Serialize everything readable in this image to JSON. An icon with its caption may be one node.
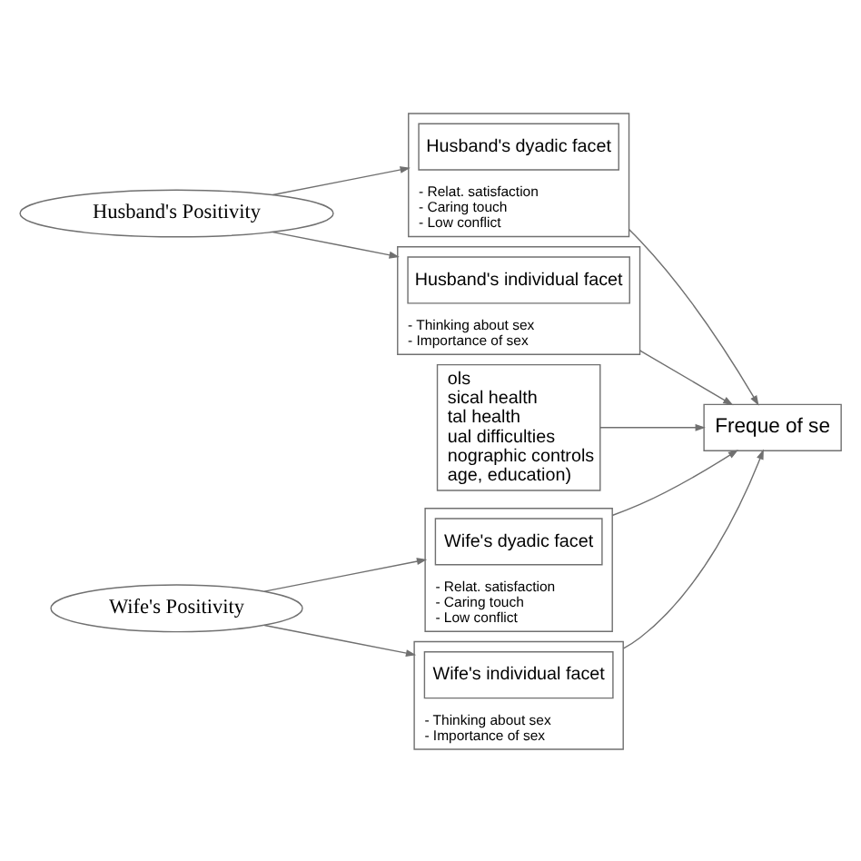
{
  "diagram": {
    "nodes": [
      {
        "text": [
          "Husband's Positivity"
        ]
      },
      {
        "text": [
          "- Relat. satisfaction",
          "- Caring touch",
          "- Low conflict"
        ]
      },
      {
        "text": [
          "Husband's dyadic facet"
        ],
        "in": 1
      },
      {
        "text": [
          "- Thinking about sex",
          "- Importance of sex"
        ]
      },
      {
        "text": [
          "Husband's individual facet"
        ],
        "in": 3
      },
      {
        "text": [
          "ols",
          "sical health",
          "tal health",
          "ual difficulties",
          "nographic controls",
          "age, education)"
        ]
      },
      {
        "text": [
          "Freque of se"
        ]
      },
      {
        "text": [
          "Wife's Positivity"
        ]
      },
      {
        "text": [
          "- Relat. satisfaction",
          "- Caring touch",
          "- Low conflict"
        ]
      },
      {
        "text": [
          "Wife's dyadic facet"
        ],
        "in": 8
      },
      {
        "text": [
          "- Thinking about sex",
          "- Importance of sex"
        ]
      },
      {
        "text": [
          "Wife's individual facet"
        ],
        "in": 10
      }
    ],
    "edges": [
      {
        "from": 0,
        "to": 1,
        "arrow": "to"
      },
      {
        "from": 0,
        "to": 3,
        "arrow": "to"
      },
      {
        "from": 7,
        "to": 8,
        "arrow": "to"
      },
      {
        "from": 7,
        "to": 10,
        "arrow": "to"
      },
      {
        "from": 1,
        "to": 6,
        "arrow": "to"
      },
      {
        "from": 3,
        "to": 6,
        "arrow": "to"
      },
      {
        "from": 5,
        "to": 6,
        "arrow": "to"
      },
      {
        "from": 8,
        "to": 6,
        "arrow": "to"
      },
      {
        "from": 10,
        "to": 6,
        "arrow": "to"
      }
    ]
  }
}
